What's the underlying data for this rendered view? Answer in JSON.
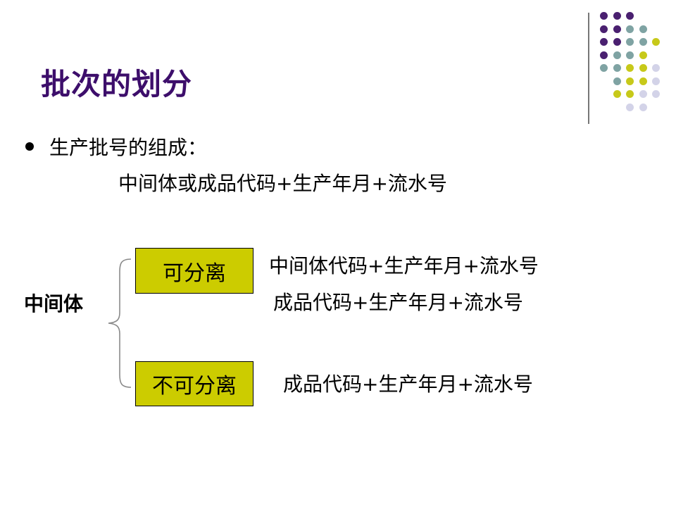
{
  "title": "批次的划分",
  "bullet": {
    "heading": "生产批号的组成：",
    "formula": "中间体或成品代码+生产年月+流水号"
  },
  "intermediate": {
    "label": "中间体",
    "separable": {
      "label": "可分离",
      "rule_intermediate": "中间体代码+生产年月+流水号",
      "rule_product": "成品代码+生产年月+流水号"
    },
    "inseparable": {
      "label": "不可分离",
      "rule_product": "成品代码+生产年月+流水号"
    }
  },
  "colors": {
    "title": "#3d0e6b",
    "box_fill": "#cccc00",
    "dot_purple": "#4a2070",
    "dot_teal": "#7fa3a3",
    "dot_olive": "#c7c91a",
    "dot_lavender": "#d3d3e8"
  },
  "decor_dot_rows": [
    [
      "purple",
      "purple",
      "purple"
    ],
    [
      "purple",
      "purple",
      "teal",
      "teal"
    ],
    [
      "purple",
      "purple",
      "teal",
      "teal",
      "olive"
    ],
    [
      "purple",
      "teal",
      "teal",
      "olive"
    ],
    [
      "teal",
      "teal",
      "olive",
      "olive",
      "lavender"
    ],
    [
      "teal",
      "olive",
      "olive",
      "lavender"
    ],
    [
      "olive",
      "olive",
      "lavender",
      "lavender"
    ],
    [
      "lavender",
      "lavender"
    ]
  ]
}
